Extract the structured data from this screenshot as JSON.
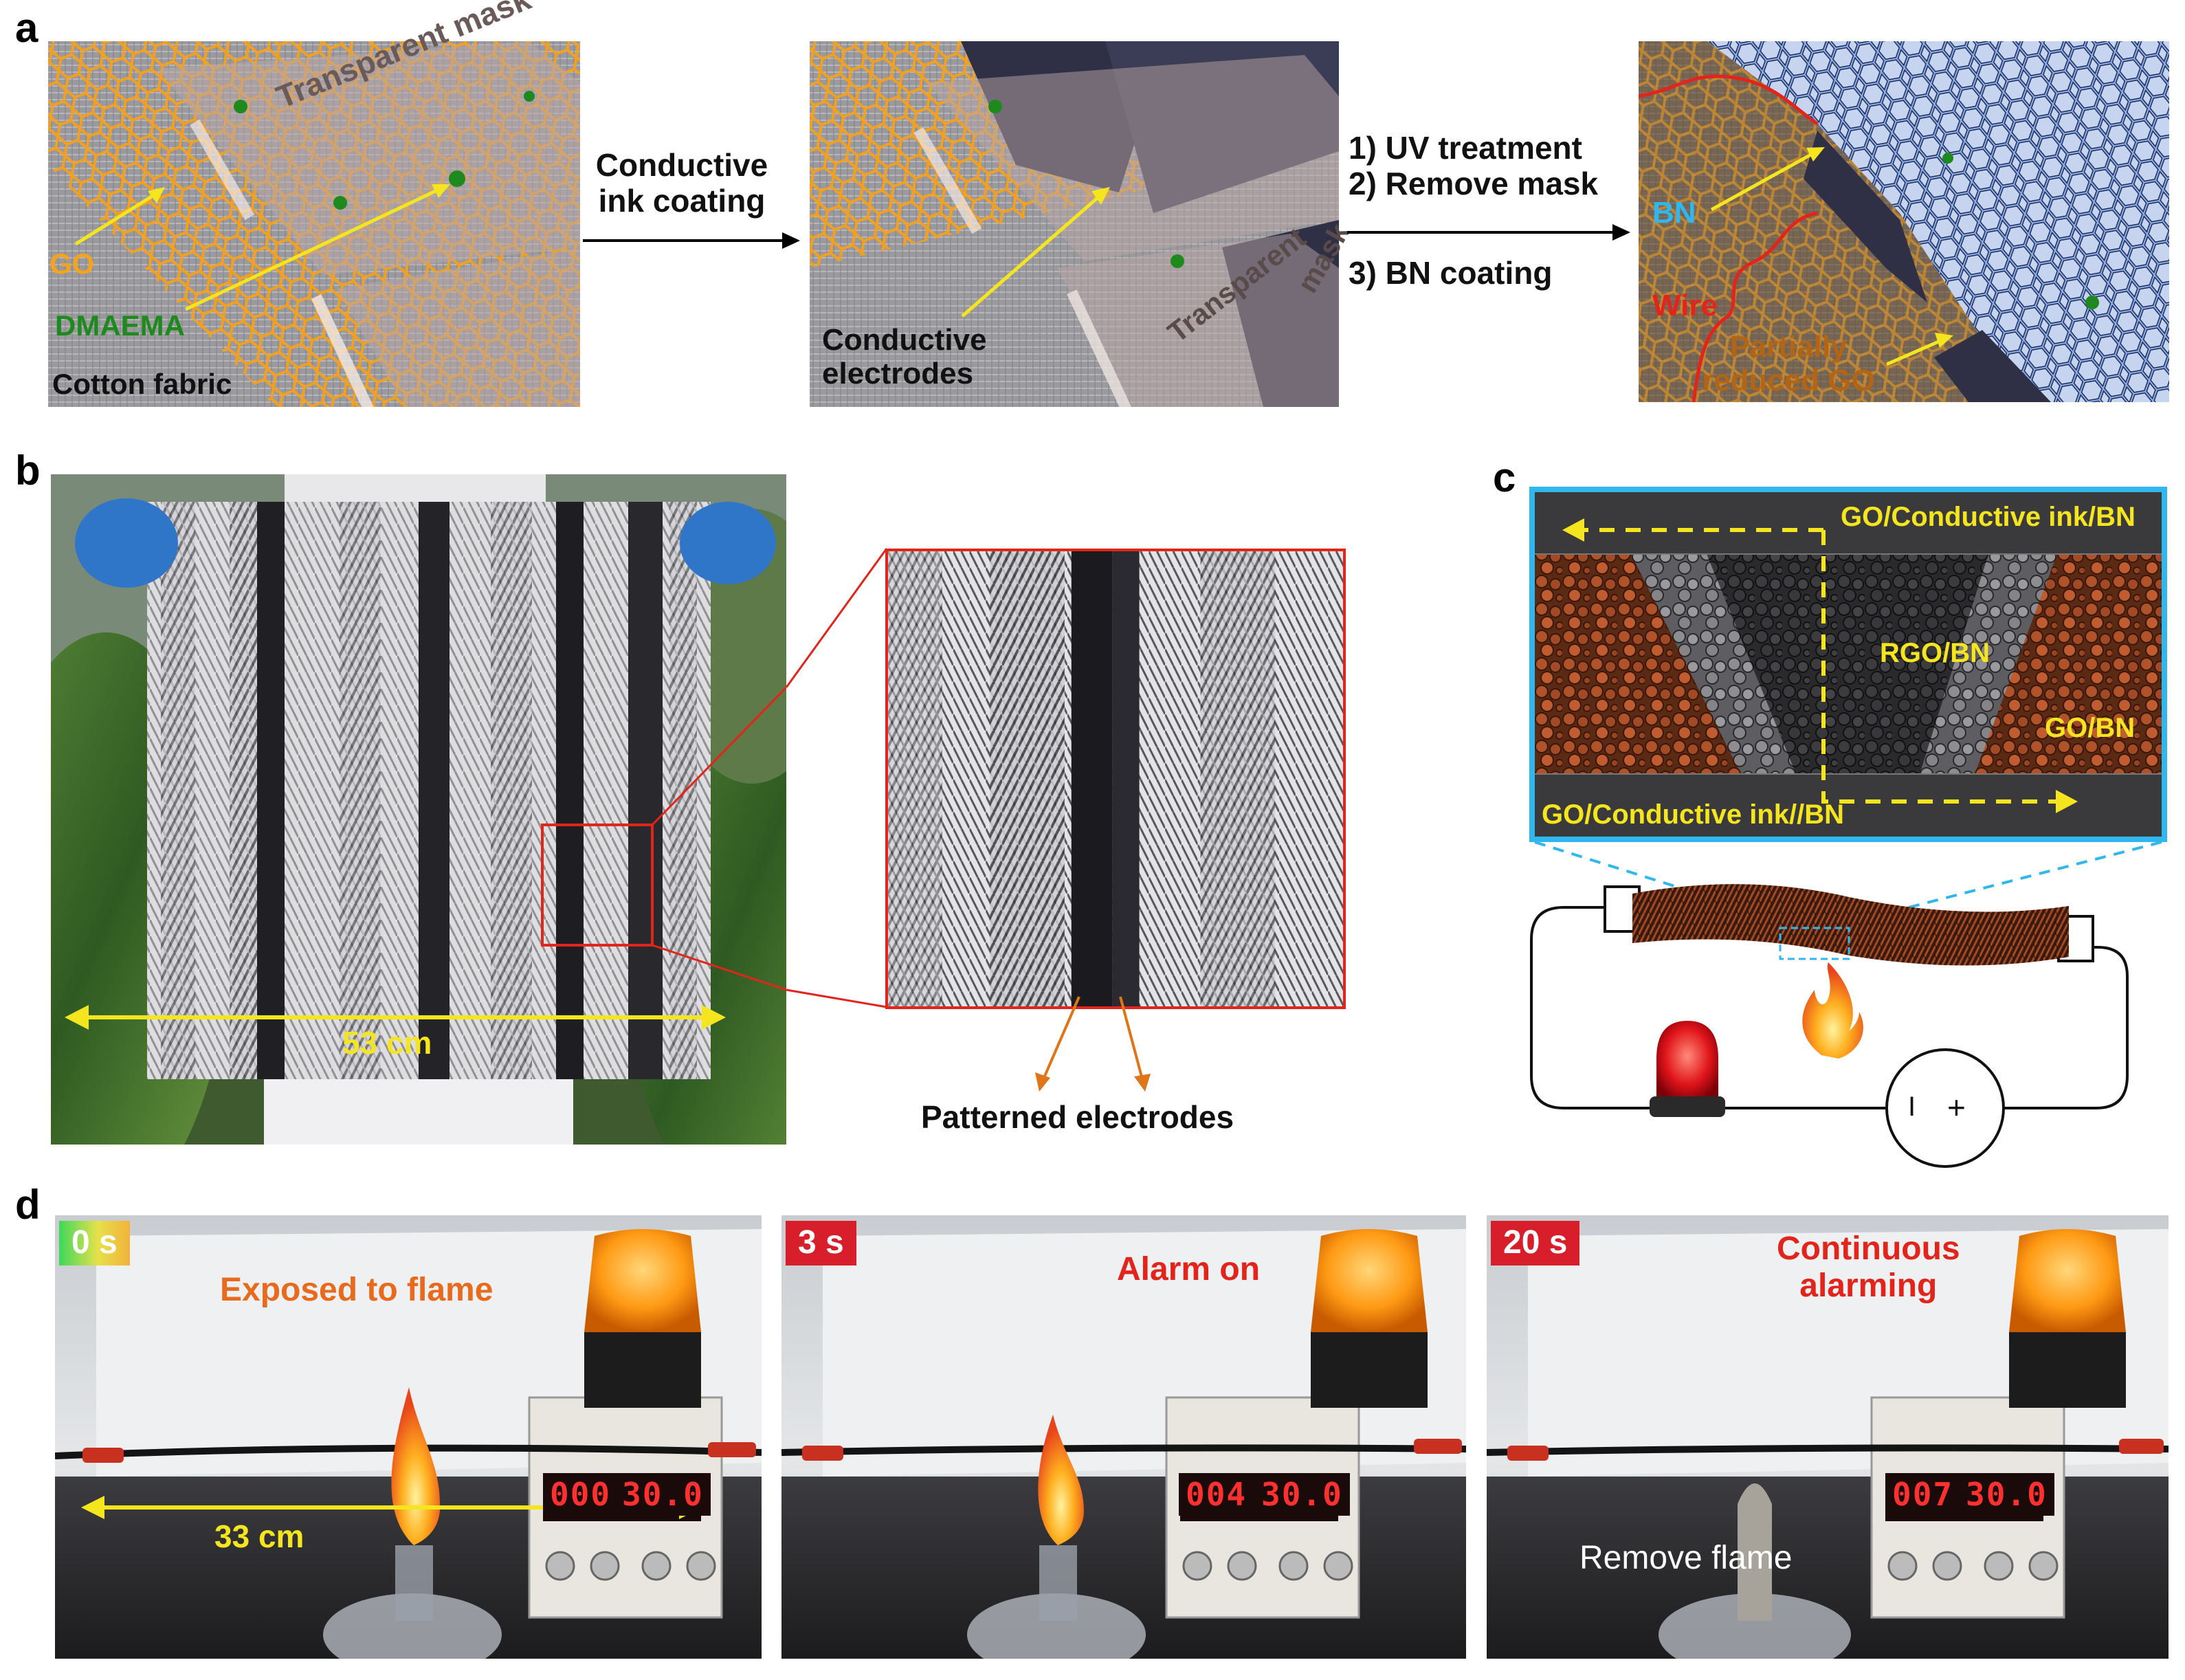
{
  "panels": {
    "a": {
      "letter": "a",
      "img1": {
        "go": "GO",
        "dmaema": "DMAEMA",
        "cotton": "Cotton fabric",
        "mask": "Transparent mask"
      },
      "arrow1": {
        "line1": "Conductive",
        "line2": "ink coating"
      },
      "img2": {
        "electrodes_l1": "Conductive",
        "electrodes_l2": "electrodes",
        "mask_l1": "Transparent",
        "mask_l2": "mask"
      },
      "arrow2": {
        "step1": "1) UV treatment",
        "step2": "2) Remove mask",
        "step3": "3) BN coating"
      },
      "img3": {
        "bn": "BN",
        "wire": "Wire",
        "prgo_l1": "Partially",
        "prgo_l2": "reduced GO"
      }
    },
    "b": {
      "letter": "b",
      "width_label": "53 cm",
      "zoom_caption": "Patterned electrodes"
    },
    "c": {
      "letter": "c",
      "top_label": "GO/Conductive ink/BN",
      "center_label": "RGO/BN",
      "right_label": "GO/BN",
      "bottom_label": "GO/Conductive ink//BN",
      "battery_minus": "I",
      "battery_plus": "+"
    },
    "d": {
      "letter": "d",
      "frames": [
        {
          "time": "0 s",
          "caption": "Exposed to flame",
          "length": "33 cm",
          "lcd_left": "000",
          "lcd_right": "30.0"
        },
        {
          "time": "3 s",
          "caption": "Alarm on",
          "lcd_left": "004",
          "lcd_right": "30.0"
        },
        {
          "time": "20 s",
          "caption_l1": "Continuous",
          "caption_l2": "alarming",
          "note": "Remove flame",
          "lcd_left": "007",
          "lcd_right": "30.0"
        }
      ]
    }
  },
  "colors": {
    "go_orange": "#f5a31a",
    "dmaema_green": "#1e8a1e",
    "bn_blue": "#2fb7ee",
    "wire_red": "#e3241b",
    "prgo_brown": "#b36414",
    "annot_yellow": "#f5e51f",
    "badge_red": "#d81e2a",
    "caption_orange": "#e86a1c",
    "caption_red": "#e3241b"
  }
}
